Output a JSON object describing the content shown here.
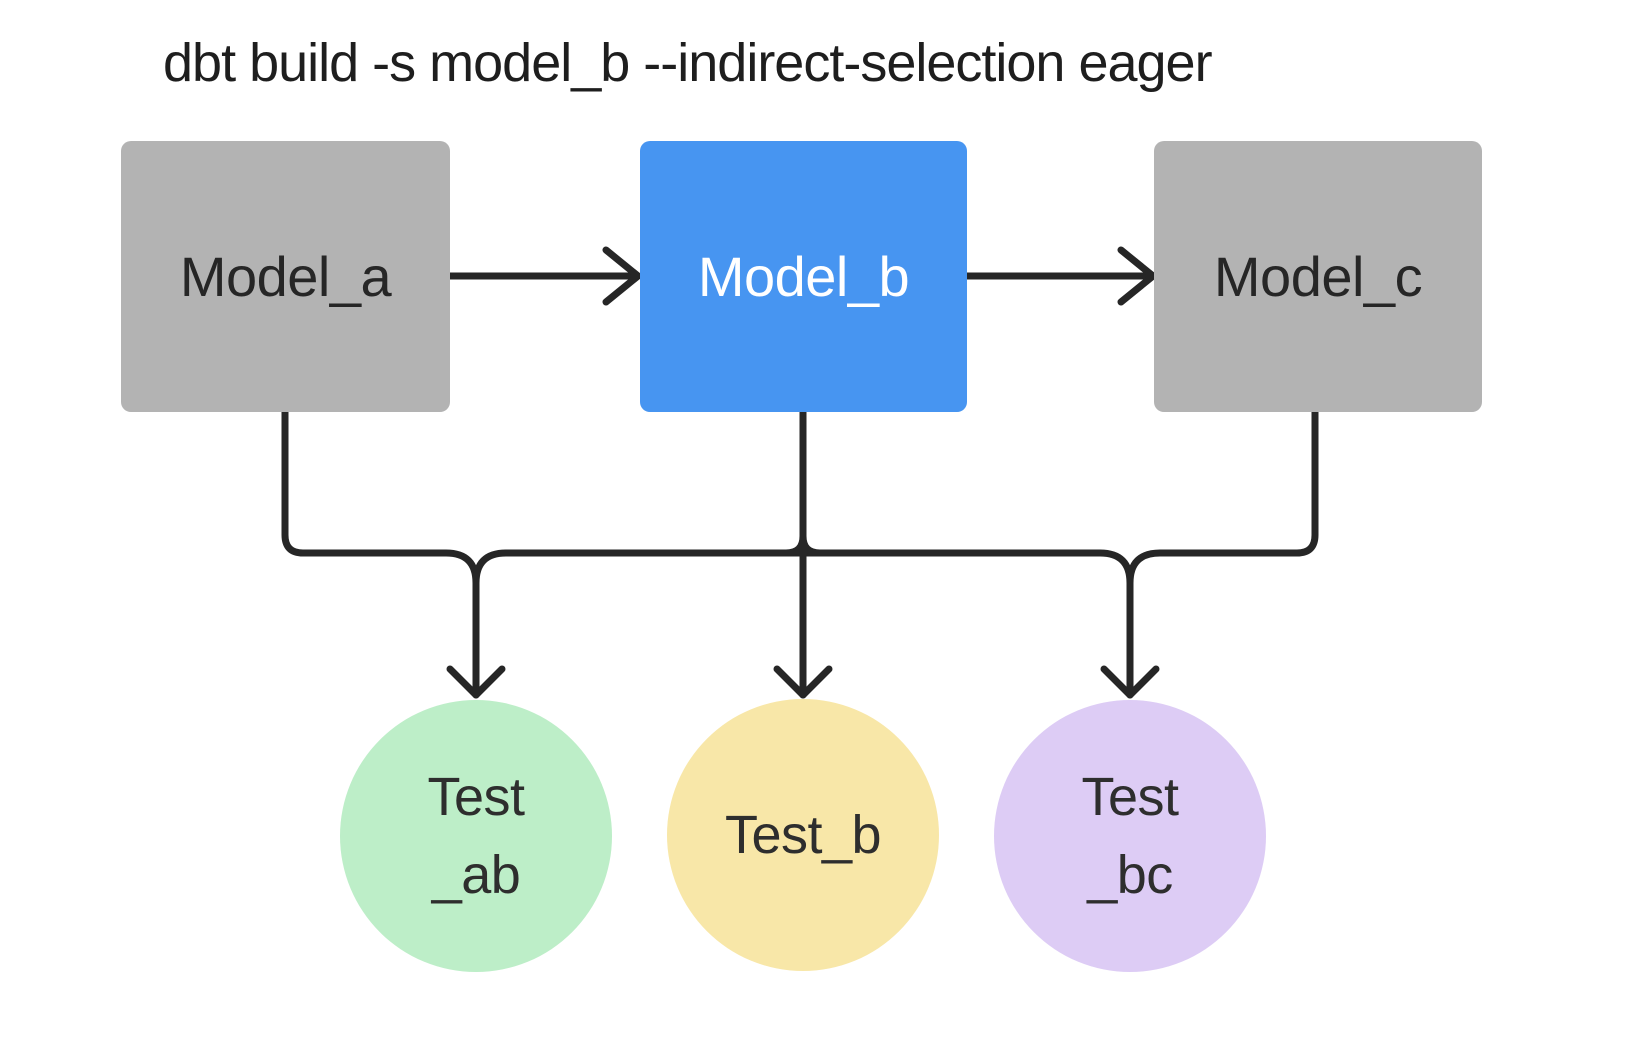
{
  "title": "dbt build -s model_b --indirect-selection eager",
  "colors": {
    "background": "#ffffff",
    "line": "#262626",
    "title_text": "#1e1e1e",
    "model_default_fill": "#b3b3b3",
    "model_selected_fill": "#4795f1"
  },
  "models": [
    {
      "id": "model_a",
      "label": "Model_a",
      "fill": "#b3b3b3",
      "text_color": "#262626",
      "selected": false
    },
    {
      "id": "model_b",
      "label": "Model_b",
      "fill": "#4795f1",
      "text_color": "#ffffff",
      "selected": true
    },
    {
      "id": "model_c",
      "label": "Model_c",
      "fill": "#b3b3b3",
      "text_color": "#262626",
      "selected": false
    }
  ],
  "tests": [
    {
      "id": "test_ab",
      "lines": [
        "Test",
        "_ab"
      ],
      "fill": "#bdeec8",
      "text_color": "#2e2e2e"
    },
    {
      "id": "test_b",
      "lines": [
        "Test_b"
      ],
      "fill": "#f8e7a8",
      "text_color": "#2e2e2e"
    },
    {
      "id": "test_bc",
      "lines": [
        "Test",
        "_bc"
      ],
      "fill": "#ddccf5",
      "text_color": "#2e2e2e"
    }
  ],
  "edges": [
    {
      "from": "model_a",
      "to": "model_b"
    },
    {
      "from": "model_b",
      "to": "model_c"
    },
    {
      "from": "model_a",
      "to": "test_ab"
    },
    {
      "from": "model_b",
      "to": "test_b"
    },
    {
      "from": "model_c",
      "to": "test_bc"
    }
  ]
}
